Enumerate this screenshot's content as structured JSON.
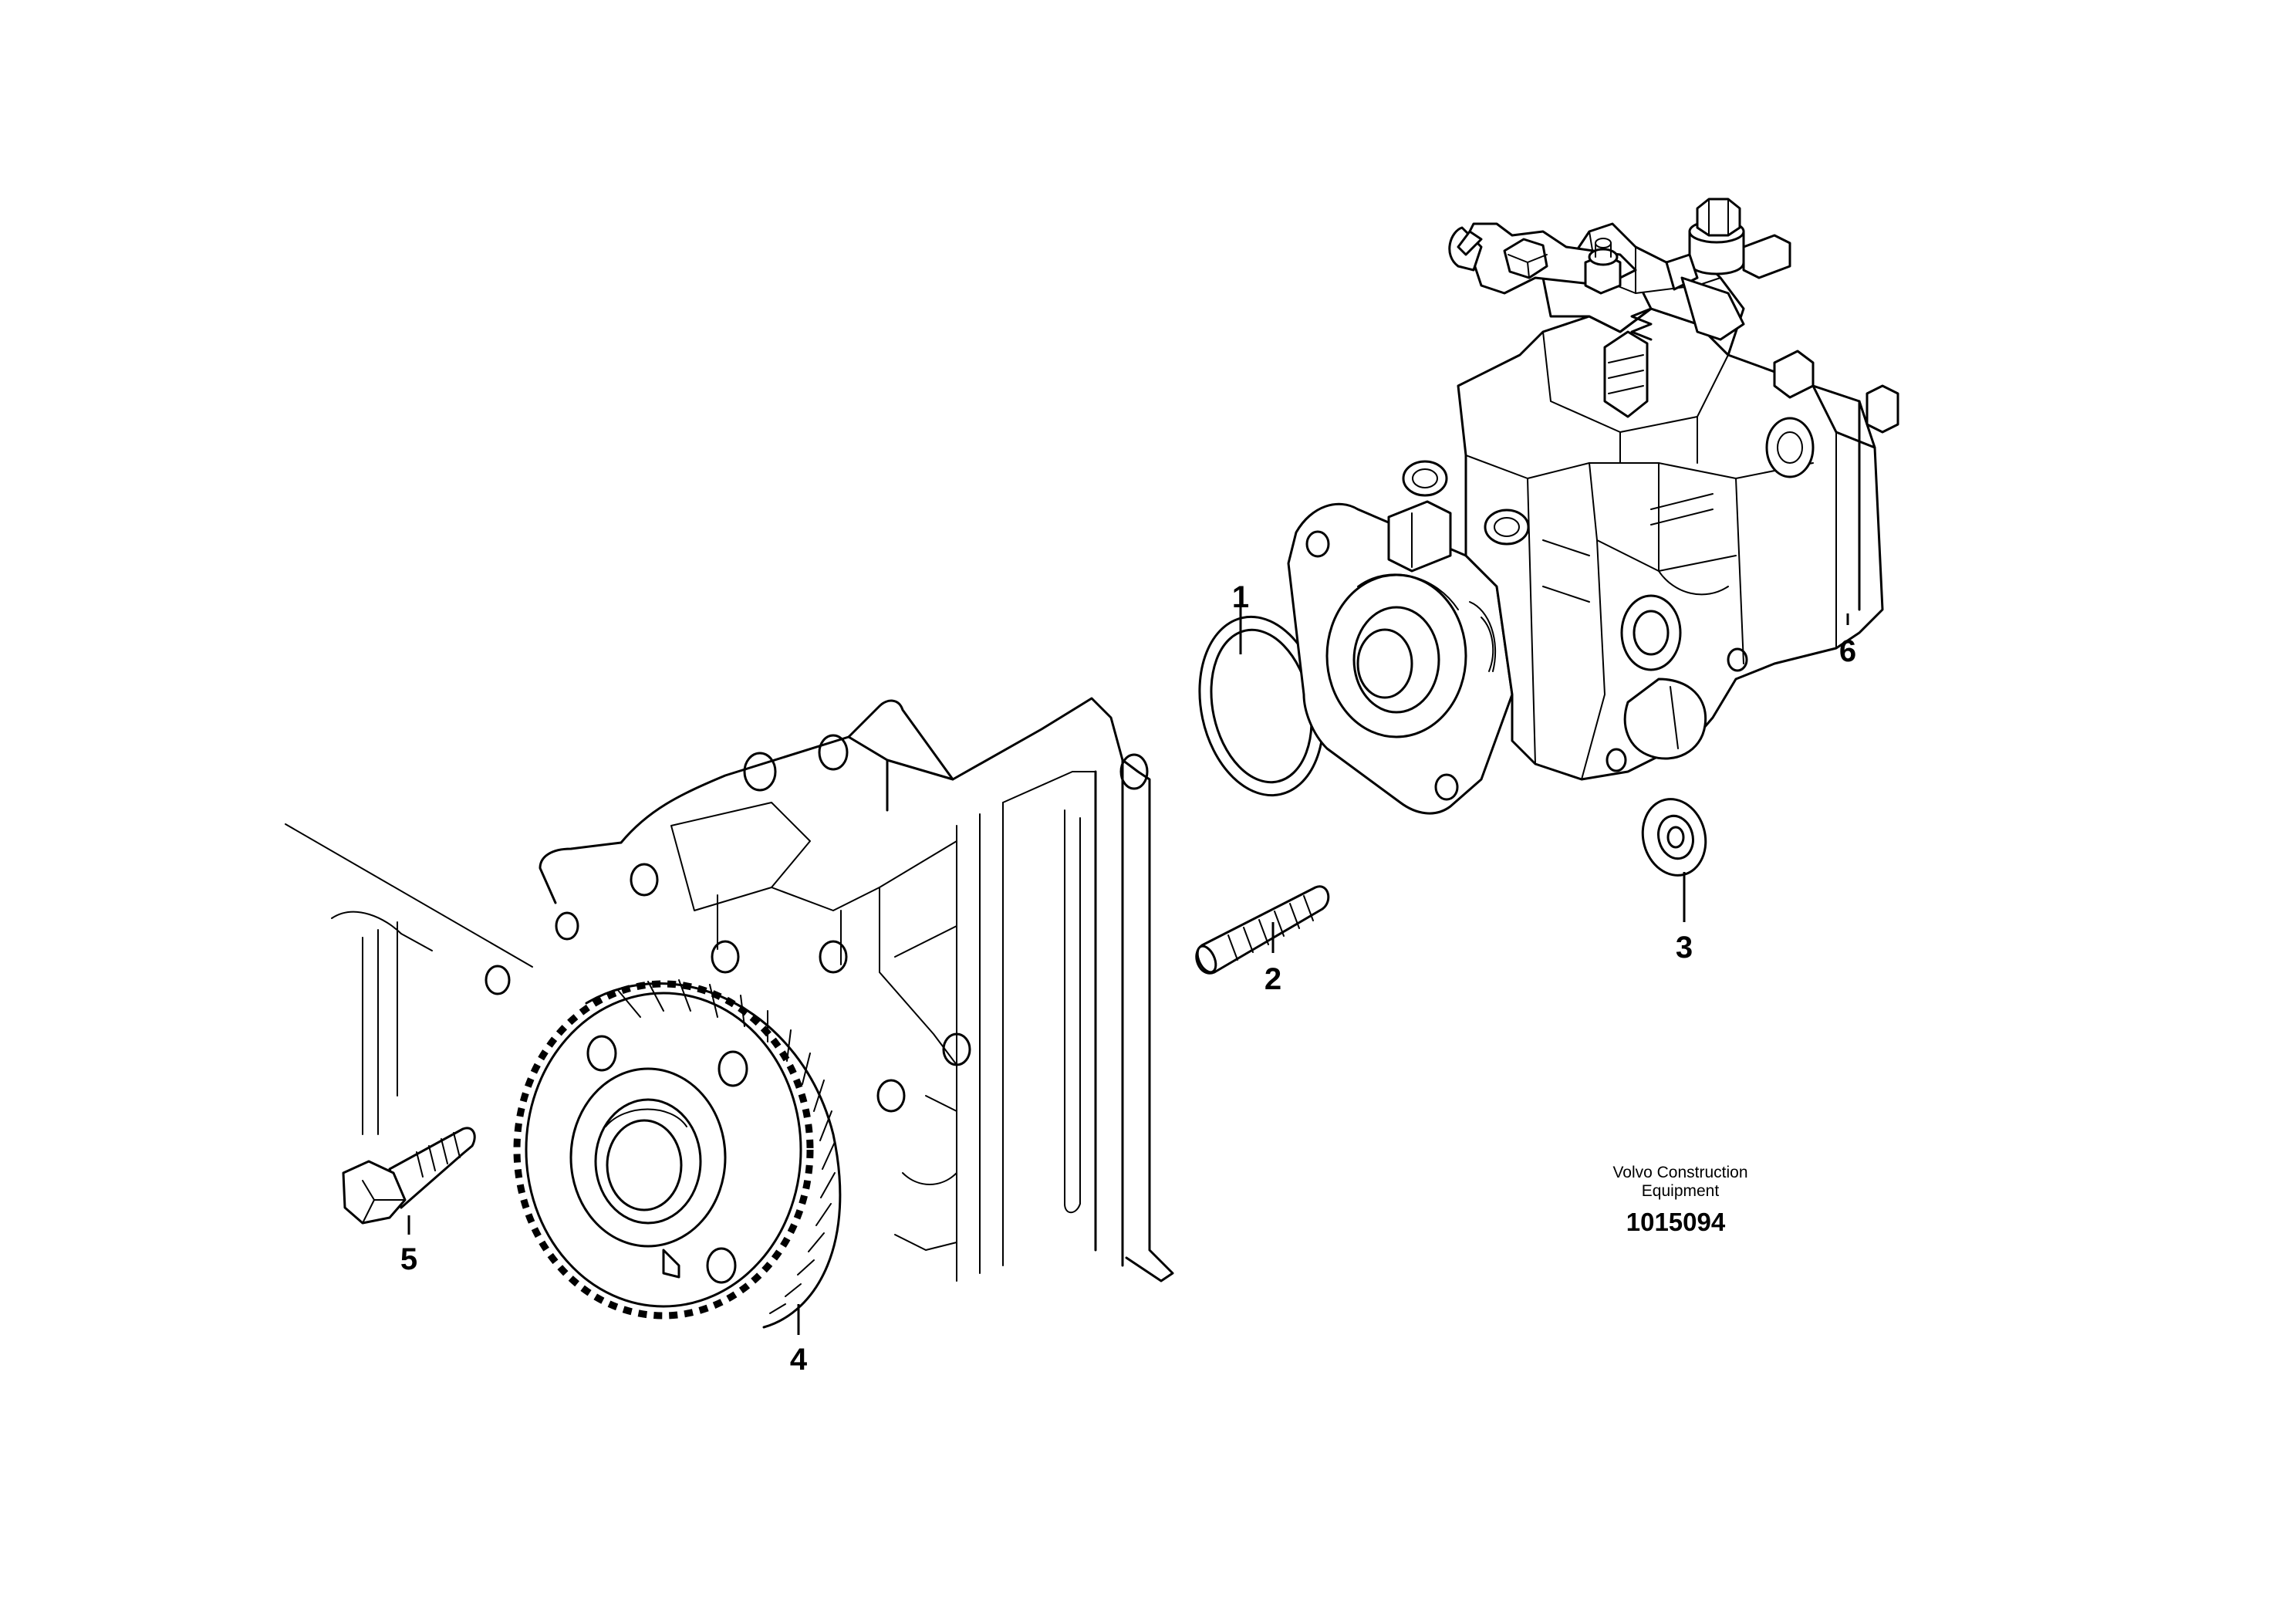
{
  "callouts": [
    {
      "id": "1",
      "label": "1"
    },
    {
      "id": "2",
      "label": "2"
    },
    {
      "id": "3",
      "label": "3"
    },
    {
      "id": "4",
      "label": "4"
    },
    {
      "id": "5",
      "label": "5"
    },
    {
      "id": "6",
      "label": "6"
    }
  ],
  "watermark": {
    "line1": "Volvo Construction",
    "line2": "Equipment",
    "number": "1015094"
  }
}
